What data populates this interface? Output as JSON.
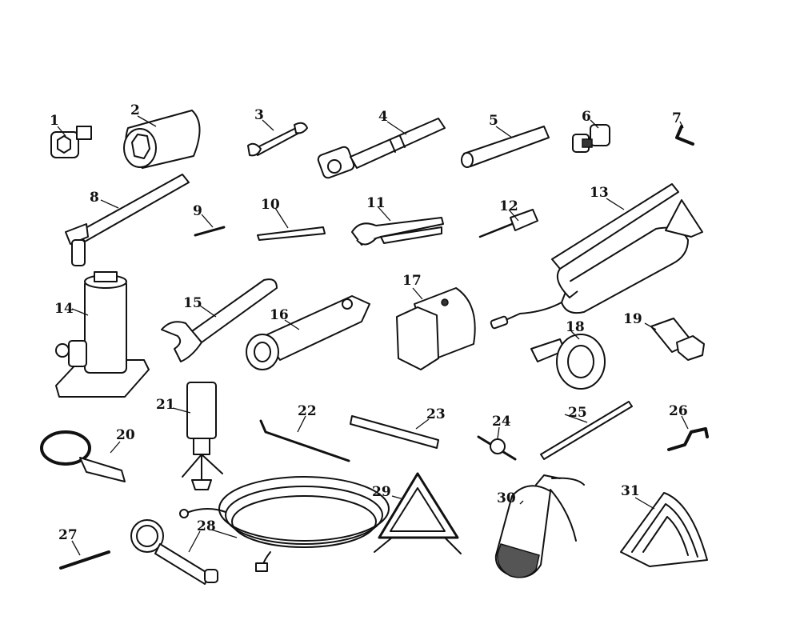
{
  "diagram": {
    "callouts": [
      "1",
      "2",
      "3",
      "4",
      "5",
      "6",
      "7",
      "8",
      "9",
      "10",
      "11",
      "12",
      "13",
      "14",
      "15",
      "16",
      "17",
      "18",
      "19",
      "20",
      "21",
      "22",
      "23",
      "24",
      "25",
      "26",
      "27",
      "28",
      "29",
      "30",
      "31"
    ]
  }
}
